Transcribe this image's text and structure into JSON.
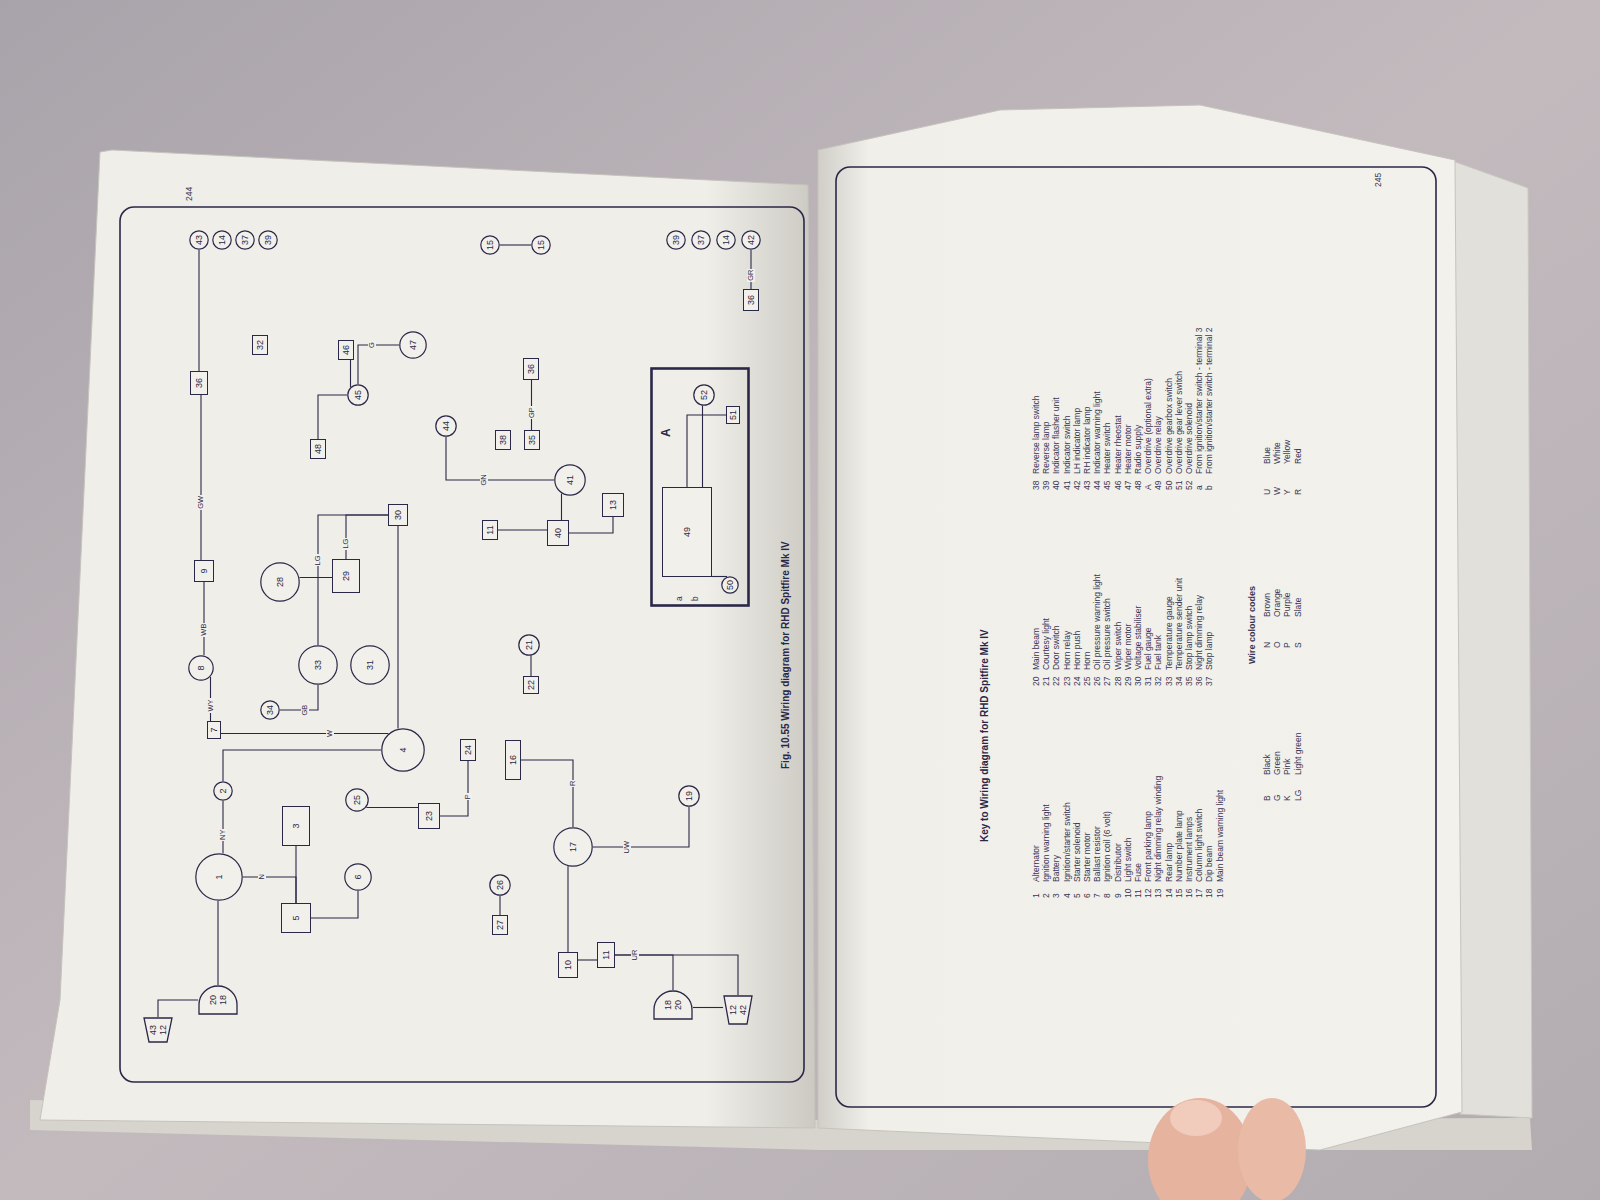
{
  "diagram": {
    "title": "Key to Wiring diagram for RHD Spitfire Mk IV",
    "caption": "Fig. 10.55 Wiring diagram for RHD Spitfire Mk IV",
    "nodes": [
      {
        "text": [
          "43",
          "12"
        ]
      },
      {
        "text": [
          "20",
          "18"
        ]
      },
      {
        "text": [
          "1"
        ]
      },
      {
        "text": [
          "2"
        ]
      },
      {
        "text": [
          "3"
        ]
      },
      {
        "text": [
          "5"
        ]
      },
      {
        "text": [
          "6"
        ]
      },
      {
        "text": [
          "25"
        ]
      },
      {
        "text": [
          "23"
        ]
      },
      {
        "text": [
          "4"
        ]
      },
      {
        "text": [
          "7"
        ]
      },
      {
        "text": [
          "8"
        ]
      },
      {
        "text": [
          "9"
        ]
      },
      {
        "text": [
          "34"
        ]
      },
      {
        "text": [
          "33"
        ]
      },
      {
        "text": [
          "31"
        ]
      },
      {
        "text": [
          "28"
        ]
      },
      {
        "text": [
          "29"
        ]
      },
      {
        "text": [
          "30"
        ]
      },
      {
        "text": [
          "32"
        ]
      },
      {
        "text": [
          "36"
        ]
      },
      {
        "text": [
          "48"
        ]
      },
      {
        "text": [
          "45"
        ]
      },
      {
        "text": [
          "46"
        ]
      },
      {
        "text": [
          "47"
        ]
      },
      {
        "text": [
          "44"
        ]
      },
      {
        "text": [
          "38"
        ]
      },
      {
        "text": [
          "35"
        ]
      },
      {
        "text": [
          "36"
        ]
      },
      {
        "text": [
          "41"
        ]
      },
      {
        "text": [
          "40"
        ]
      },
      {
        "text": [
          "11"
        ]
      },
      {
        "text": [
          "13"
        ]
      },
      {
        "text": [
          "16"
        ]
      },
      {
        "text": [
          "24"
        ]
      },
      {
        "text": [
          "21"
        ]
      },
      {
        "text": [
          "22"
        ]
      },
      {
        "text": [
          "26"
        ]
      },
      {
        "text": [
          "27"
        ]
      },
      {
        "text": [
          "17"
        ]
      },
      {
        "text": [
          "10"
        ]
      },
      {
        "text": [
          "11"
        ]
      },
      {
        "text": [
          "19"
        ]
      },
      {
        "text": [
          "18",
          "20"
        ]
      },
      {
        "text": [
          "12",
          "42"
        ]
      },
      {
        "text": [
          "A"
        ]
      },
      {
        "text": [
          "49"
        ],
        "in": 45
      },
      {
        "text": [
          "50"
        ],
        "in": 45
      },
      {
        "text": [
          "52"
        ],
        "in": 45
      },
      {
        "text": [
          "51"
        ],
        "in": 45
      },
      {
        "text": [
          "43"
        ]
      },
      {
        "text": [
          "14"
        ]
      },
      {
        "text": [
          "37"
        ]
      },
      {
        "text": [
          "39"
        ]
      },
      {
        "text": [
          "15"
        ]
      },
      {
        "text": [
          "15"
        ]
      },
      {
        "text": [
          "39"
        ]
      },
      {
        "text": [
          "37"
        ]
      },
      {
        "text": [
          "14"
        ]
      },
      {
        "text": [
          "42"
        ]
      },
      {
        "text": [
          "36"
        ]
      }
    ],
    "edges": [
      {
        "from": 2,
        "to": 3,
        "arrow": "none",
        "label": "NY"
      },
      {
        "from": 2,
        "to": 5,
        "arrow": "none",
        "label": "N"
      },
      {
        "from": 4,
        "to": 5,
        "arrow": "none"
      },
      {
        "from": 5,
        "to": 6,
        "arrow": "none"
      },
      {
        "from": 3,
        "to": 9,
        "arrow": "none"
      },
      {
        "from": 9,
        "to": 10,
        "arrow": "none",
        "label": "W"
      },
      {
        "from": 10,
        "to": 11,
        "arrow": "none",
        "label": "WY"
      },
      {
        "from": 11,
        "to": 12,
        "arrow": "none",
        "label": "WB"
      },
      {
        "from": 12,
        "to": 20,
        "arrow": "none",
        "label": "GW"
      },
      {
        "from": 20,
        "to": 50,
        "arrow": "none"
      },
      {
        "from": 7,
        "to": 8,
        "arrow": "none"
      },
      {
        "from": 8,
        "to": 34,
        "arrow": "none",
        "label": "P"
      },
      {
        "from": 9,
        "to": 18,
        "arrow": "none"
      },
      {
        "from": 17,
        "to": 18,
        "arrow": "none",
        "label": "LG"
      },
      {
        "from": 18,
        "to": 14,
        "arrow": "none",
        "label": "LG"
      },
      {
        "from": 14,
        "to": 13,
        "arrow": "none",
        "label": "GB"
      },
      {
        "from": 16,
        "to": 17,
        "arrow": "none"
      },
      {
        "from": 22,
        "to": 24,
        "arrow": "none",
        "label": "G"
      },
      {
        "from": 22,
        "to": 23,
        "arrow": "none"
      },
      {
        "from": 25,
        "to": 29,
        "arrow": "none",
        "label": "GN"
      },
      {
        "from": 30,
        "to": 29,
        "arrow": "none"
      },
      {
        "from": 31,
        "to": 30,
        "arrow": "none"
      },
      {
        "from": 32,
        "to": 30,
        "arrow": "none"
      },
      {
        "from": 27,
        "to": 28,
        "arrow": "none",
        "label": "GP"
      },
      {
        "from": 60,
        "to": 59,
        "arrow": "none",
        "label": "GR"
      },
      {
        "from": 54,
        "to": 55,
        "arrow": "none"
      },
      {
        "from": 37,
        "to": 38,
        "arrow": "none"
      },
      {
        "from": 36,
        "to": 35,
        "arrow": "none"
      },
      {
        "from": 33,
        "to": 39,
        "arrow": "none",
        "label": "R"
      },
      {
        "from": 40,
        "to": 39,
        "arrow": "none"
      },
      {
        "from": 40,
        "to": 41,
        "arrow": "none"
      },
      {
        "from": 39,
        "to": 42,
        "arrow": "none",
        "label": "UW"
      },
      {
        "from": 41,
        "to": 43,
        "arrow": "none",
        "label": "UR"
      },
      {
        "from": 41,
        "to": 44,
        "arrow": "none"
      },
      {
        "from": 43,
        "to": 44,
        "arrow": "none"
      },
      {
        "from": 0,
        "to": 1,
        "arrow": "none"
      },
      {
        "from": 1,
        "to": 2,
        "arrow": "none"
      },
      {
        "from": 46,
        "to": 48,
        "arrow": "none"
      },
      {
        "from": 46,
        "to": 47,
        "arrow": "none"
      },
      {
        "from": 46,
        "to": 49,
        "arrow": "none"
      },
      {
        "from": 21,
        "to": 22,
        "arrow": "none"
      }
    ],
    "labels": [
      "244",
      "a",
      "b",
      "245",
      "1",
      "Alternator",
      "2",
      "Ignition warning light",
      "3",
      "Battery",
      "4",
      "Ignition/starter switch",
      "5",
      "Starter solenoid",
      "6",
      "Starter motor",
      "7",
      "Ballast resistor",
      "8",
      "Ignition coil (6 volt)",
      "9",
      "Distributor",
      "10",
      "Light switch",
      "11",
      "Fuse",
      "12",
      "Front parking lamp",
      "13",
      "Night dimming relay winding",
      "14",
      "Rear lamp",
      "15",
      "Number plate lamp",
      "16",
      "Instrument lamps",
      "17",
      "Column light switch",
      "18",
      "Dip beam",
      "19",
      "Main beam warning light",
      "20",
      "Main beam",
      "21",
      "Courtesy light",
      "22",
      "Door switch",
      "23",
      "Horn relay",
      "24",
      "Horn push",
      "25",
      "Horn",
      "26",
      "Oil pressure warning light",
      "27",
      "Oil pressure switch",
      "28",
      "Wiper switch",
      "29",
      "Wiper motor",
      "30",
      "Voltage stabiliser",
      "31",
      "Fuel gauge",
      "32",
      "Fuel tank",
      "33",
      "Temperature gauge",
      "34",
      "Temperature sender unit",
      "35",
      "Stop lamp switch",
      "36",
      "Night dimming relay",
      "37",
      "Stop lamp",
      "38",
      "Reverse lamp switch",
      "39",
      "Reverse lamp",
      "40",
      "Indicator flasher unit",
      "41",
      "Indicator switch",
      "42",
      "LH indicator lamp",
      "43",
      "RH indicator lamp",
      "44",
      "Indicator warning light",
      "45",
      "Heater switch",
      "46",
      "Heater rheostat",
      "47",
      "Heater motor",
      "48",
      "Radio supply",
      "A",
      "Overdrive (optional extra)",
      "49",
      "Overdrive relay",
      "50",
      "Overdrive gearbox switch",
      "51",
      "Overdrive gear lever switch",
      "52",
      "Overdrive solenoid",
      "a",
      "From ignition/starter switch - terminal 3",
      "b",
      "From ignition/starter switch - terminal 2",
      "Wire colour codes",
      "B",
      "Black",
      "G",
      "Green",
      "K",
      "Pink",
      "LG",
      "Light green",
      "N",
      "Brown",
      "O",
      "Orange",
      "P",
      "Purple",
      "S",
      "Slate",
      "U",
      "Blue",
      "W",
      "White",
      "Y",
      "Yellow",
      "R",
      "Red"
    ]
  }
}
